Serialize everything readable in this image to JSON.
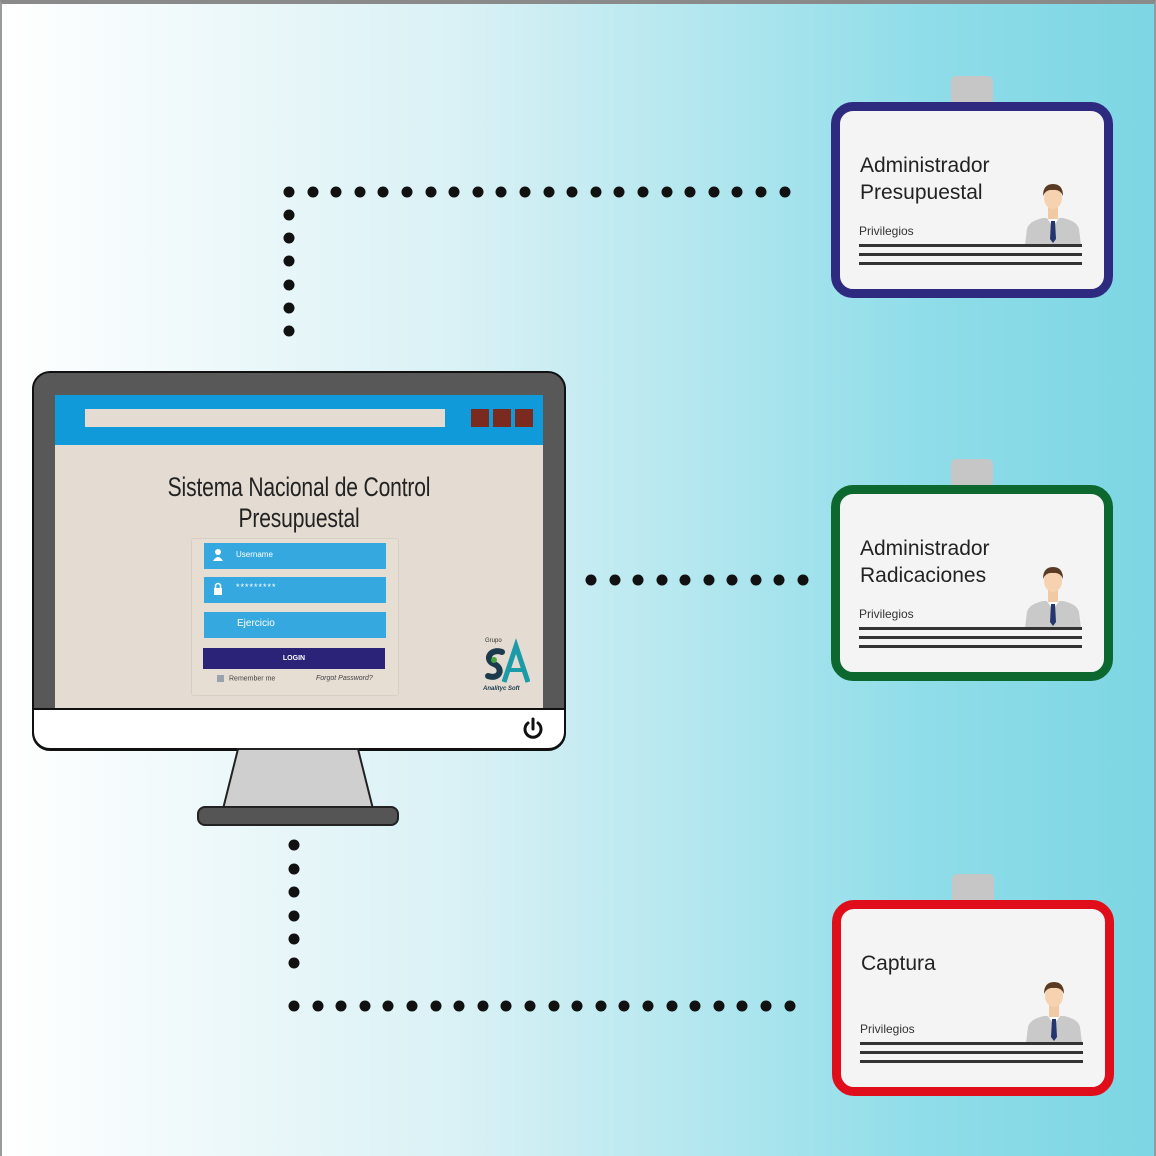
{
  "login_screen": {
    "title": "Sistema Nacional de Control Presupuestal",
    "username_placeholder": "Username",
    "password_mask": "*********",
    "ejercicio_label": "Ejercicio",
    "login_button": "LOGIN",
    "remember_label": "Remember me",
    "forgot_label": "Forgot Password?",
    "logo_top": "Grupo",
    "logo_caption": "Analityc Soft"
  },
  "badges": [
    {
      "title_line1": "Administrador",
      "title_line2": "Presupuestal",
      "privileges_label": "Privilegios",
      "border_color": "#2e2a80"
    },
    {
      "title_line1": "Administrador",
      "title_line2": "Radicaciones",
      "privileges_label": "Privilegios",
      "border_color": "#0d6830"
    },
    {
      "title_line1": "Captura",
      "title_line2": "",
      "privileges_label": "Privilegios",
      "border_color": "#e00d1b"
    }
  ],
  "colors": {
    "browser_bar": "#109ad9",
    "window_buttons": "#7a2a1f",
    "input_fields": "#35a8df",
    "login_button": "#2a2378"
  }
}
